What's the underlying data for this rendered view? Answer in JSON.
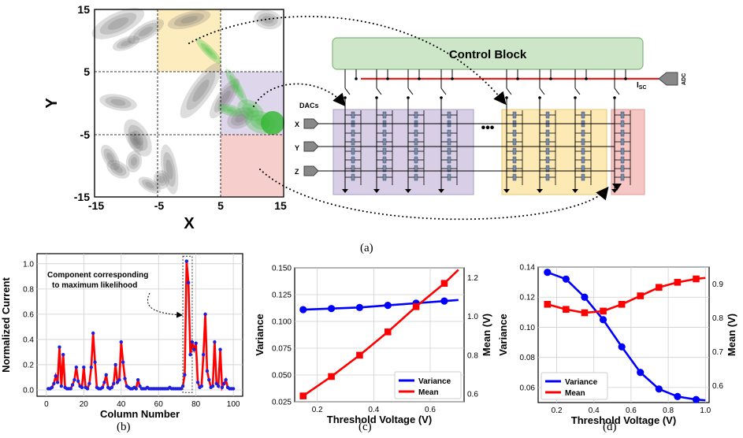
{
  "captions": {
    "a": "(a)",
    "b": "(b)",
    "c": "(c)",
    "d": "(d)"
  },
  "panel_a": {
    "scatter": {
      "xlabel": "X",
      "ylabel": "Y",
      "ticks": [
        "-15",
        "-5",
        "5",
        "15"
      ]
    },
    "circuit": {
      "control_block": "Control Block",
      "dacs_label": "DACs",
      "inputs": [
        "X",
        "Y",
        "Z"
      ],
      "isc_label": "I",
      "isc_sub": "SC",
      "adc_label": "ADC",
      "ellipsis": "•••"
    },
    "colors": {
      "yellow": "#fde9b3",
      "purple": "#d8cfe6",
      "red": "#f5c6c3",
      "green": "#cde6c8",
      "wire_red": "#e32323"
    }
  },
  "chart_data": [
    {
      "id": "b",
      "type": "line",
      "xlabel": "Column Number",
      "ylabel": "Normalized Current",
      "xlim": [
        -5,
        105
      ],
      "ylim": [
        -0.05,
        1.08
      ],
      "xticks": [
        0,
        20,
        40,
        60,
        80,
        100
      ],
      "yticks": [
        0.0,
        0.2,
        0.4,
        0.6,
        0.8,
        1.0
      ],
      "annotation": "Component corresponding to maximum likelihood",
      "x": [
        1,
        2,
        3,
        4,
        5,
        6,
        7,
        8,
        9,
        10,
        11,
        12,
        13,
        14,
        15,
        16,
        17,
        18,
        19,
        20,
        21,
        22,
        23,
        24,
        25,
        26,
        27,
        28,
        29,
        30,
        31,
        32,
        33,
        34,
        35,
        36,
        37,
        38,
        39,
        40,
        41,
        42,
        43,
        44,
        45,
        46,
        47,
        48,
        49,
        50,
        51,
        52,
        53,
        54,
        55,
        56,
        57,
        58,
        59,
        60,
        61,
        62,
        63,
        64,
        65,
        66,
        67,
        68,
        69,
        70,
        71,
        72,
        73,
        74,
        75,
        76,
        77,
        78,
        79,
        80,
        81,
        82,
        83,
        84,
        85,
        86,
        87,
        88,
        89,
        90,
        91,
        92,
        93,
        94,
        95,
        96,
        97,
        98,
        99,
        100
      ],
      "values": [
        0.01,
        0.01,
        0.02,
        0.05,
        0.11,
        0.06,
        0.34,
        0.03,
        0.28,
        0.02,
        0.01,
        0.01,
        0.01,
        0.04,
        0.08,
        0.18,
        0.07,
        0.03,
        0.02,
        0.18,
        0.02,
        0.01,
        0.05,
        0.18,
        0.45,
        0.22,
        0.02,
        0.01,
        0.01,
        0.02,
        0.06,
        0.12,
        0.02,
        0.01,
        0.02,
        0.05,
        0.2,
        0.06,
        0.08,
        0.38,
        0.22,
        0.09,
        0.03,
        0.02,
        0.01,
        0.01,
        0.02,
        0.01,
        0.08,
        0.03,
        0.01,
        0.01,
        0.01,
        0.02,
        0.01,
        0.01,
        0.01,
        0.01,
        0.01,
        0.01,
        0.01,
        0.01,
        0.01,
        0.01,
        0.01,
        0.02,
        0.01,
        0.01,
        0.01,
        0.01,
        0.01,
        0.01,
        0.03,
        0.12,
        1.02,
        0.85,
        0.28,
        0.38,
        0.32,
        0.37,
        0.06,
        0.02,
        0.03,
        0.28,
        0.6,
        0.15,
        0.08,
        0.02,
        0.03,
        0.38,
        0.05,
        0.03,
        0.32,
        0.02,
        0.05,
        0.08,
        0.02,
        0.01,
        0.01,
        0.01
      ],
      "line_color": "#ff0000",
      "marker_color": "#1f1fdd"
    },
    {
      "id": "c",
      "type": "line",
      "xlabel": "Threshold Voltage (V)",
      "ylabel": "Variance",
      "y2label": "Mean (V)",
      "xlim": [
        0.12,
        0.72
      ],
      "ylim": [
        0.025,
        0.15
      ],
      "y2lim": [
        0.56,
        1.25
      ],
      "xticks": [
        0.2,
        0.4,
        0.6
      ],
      "yticks": [
        0.025,
        0.05,
        0.075,
        0.1,
        0.125,
        0.15
      ],
      "y2ticks": [
        0.6,
        0.8,
        1.0,
        1.2
      ],
      "legend": "lower-right",
      "series": [
        {
          "name": "Variance",
          "axis": "left",
          "color": "#0000ff",
          "marker": "circle",
          "x": [
            0.15,
            0.25,
            0.35,
            0.45,
            0.55,
            0.65
          ],
          "values": [
            0.111,
            0.112,
            0.113,
            0.115,
            0.117,
            0.119
          ],
          "extend_to": 0.7,
          "extend_value": 0.12
        },
        {
          "name": "Mean",
          "axis": "right",
          "color": "#ff0000",
          "marker": "square",
          "x": [
            0.15,
            0.25,
            0.35,
            0.45,
            0.55,
            0.65
          ],
          "values": [
            0.59,
            0.69,
            0.8,
            0.92,
            1.05,
            1.17
          ],
          "extend_to": 0.7,
          "extend_value": 1.24
        }
      ]
    },
    {
      "id": "d",
      "type": "line",
      "xlabel": "Threshold Voltage (V)",
      "ylabel": "Variance",
      "y2label": "Mean (V)",
      "xlim": [
        0.1,
        1.02
      ],
      "ylim": [
        0.05,
        0.14
      ],
      "y2lim": [
        0.55,
        0.95
      ],
      "xticks": [
        0.2,
        0.4,
        0.6,
        0.8,
        1.0
      ],
      "yticks": [
        0.06,
        0.08,
        0.1,
        0.12,
        0.14
      ],
      "y2ticks": [
        0.6,
        0.7,
        0.8,
        0.9
      ],
      "legend": "lower-left",
      "series": [
        {
          "name": "Variance",
          "axis": "left",
          "color": "#0000ff",
          "marker": "circle",
          "x": [
            0.15,
            0.25,
            0.35,
            0.45,
            0.55,
            0.65,
            0.75,
            0.85,
            0.95
          ],
          "values": [
            0.1365,
            0.132,
            0.12,
            0.105,
            0.087,
            0.07,
            0.059,
            0.054,
            0.052
          ],
          "extend_to": 1.0,
          "extend_value": 0.0515
        },
        {
          "name": "Mean",
          "axis": "right",
          "color": "#ff0000",
          "marker": "square",
          "x": [
            0.15,
            0.25,
            0.35,
            0.45,
            0.55,
            0.65,
            0.75,
            0.85,
            0.95
          ],
          "values": [
            0.84,
            0.825,
            0.815,
            0.82,
            0.84,
            0.865,
            0.89,
            0.905,
            0.915
          ],
          "extend_to": 1.0,
          "extend_value": 0.918
        }
      ]
    }
  ]
}
